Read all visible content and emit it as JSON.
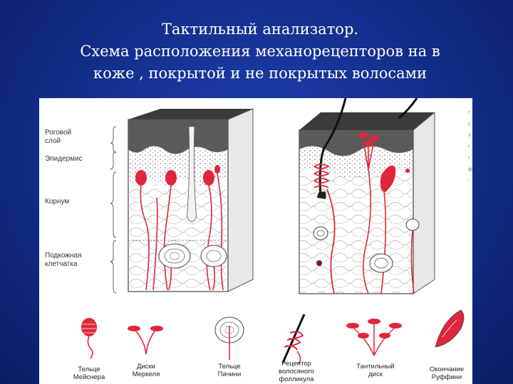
{
  "title": {
    "line1": "Тактильный анализатор.",
    "line2": "Схема расположения механорецепторов на в",
    "line3": "коже , покрытой и не покрытых  волосами"
  },
  "layers": {
    "horny_1": "Роговой",
    "horny_2": "слой",
    "epidermis": "Эпидермис",
    "corium": "Корнум",
    "subcut_1": "Подкожная",
    "subcut_2": "клетчатка"
  },
  "receptors": [
    {
      "line1": "Тельце",
      "line2": "Мейснера"
    },
    {
      "line1": "Диски",
      "line2": "Меркеля"
    },
    {
      "line1": "Тельце",
      "line2": "Пачини"
    },
    {
      "line1": "Рецептор",
      "line2": "волосяного",
      "line3": "фолликула"
    },
    {
      "line1": "Тантильный",
      "line2": "диск"
    },
    {
      "line1": "Окончание",
      "line2": "Руффини"
    }
  ],
  "colors": {
    "slide_bg": "#14308f",
    "nerve": "#e0263a",
    "skin_dark": "#5a5a5a"
  }
}
